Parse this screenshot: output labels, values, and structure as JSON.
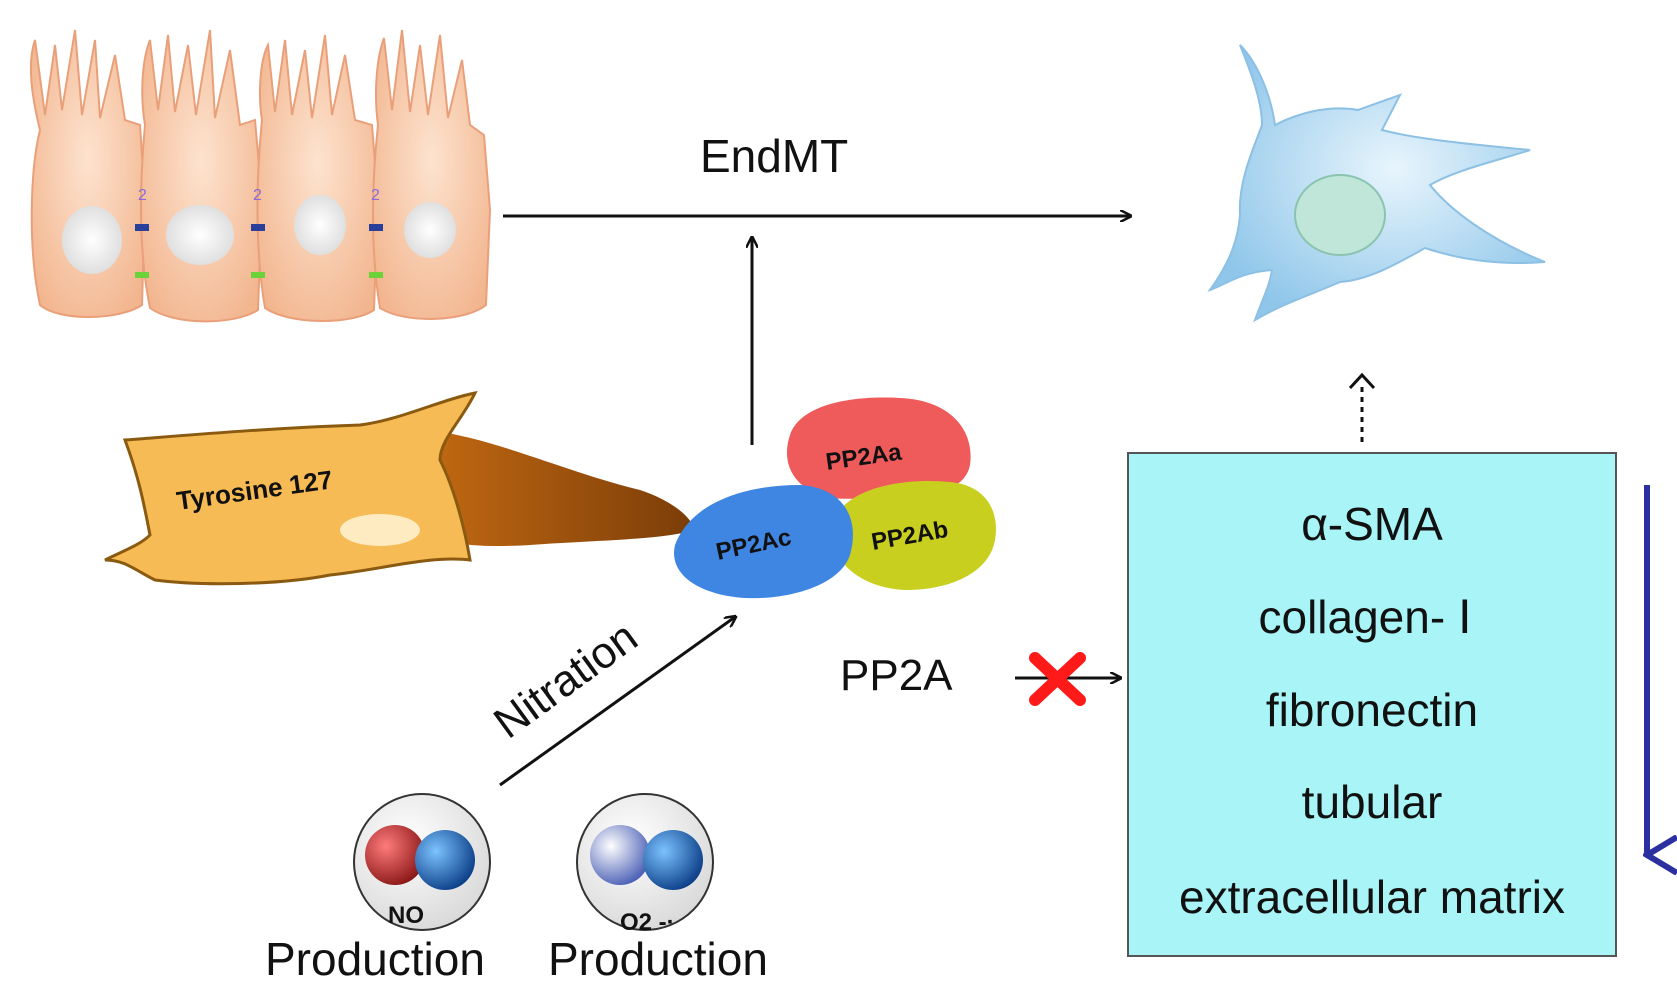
{
  "labels": {
    "endmt": "EndMT",
    "tyrosine": "Tyrosine 127",
    "pp2aa": "PP2Aa",
    "pp2ab": "PP2Ab",
    "pp2ac": "PP2Ac",
    "pp2a": "PP2A",
    "nitration": "Nitration",
    "no": "NO",
    "o2": "O2 -·",
    "production_no": "Production",
    "production_o2": "Production"
  },
  "markers": {
    "items": [
      "α-SMA",
      "collagen- Ⅰ",
      "fibronectin",
      "tubular",
      "extracellular matrix"
    ]
  },
  "colors": {
    "endothelial_cell": "#f6c29f",
    "mesenchymal_cell": "#a9d4ee",
    "pp2aa": "#ef5a5a",
    "pp2ab": "#c9cf1e",
    "pp2ac": "#3f86e3",
    "marker_box": "#a8f4f6",
    "down_arrow": "#2b2fa0",
    "block_x": "#ff1a1a"
  },
  "icons": {
    "block": "red-x-icon",
    "decrease": "down-arrow-icon"
  }
}
